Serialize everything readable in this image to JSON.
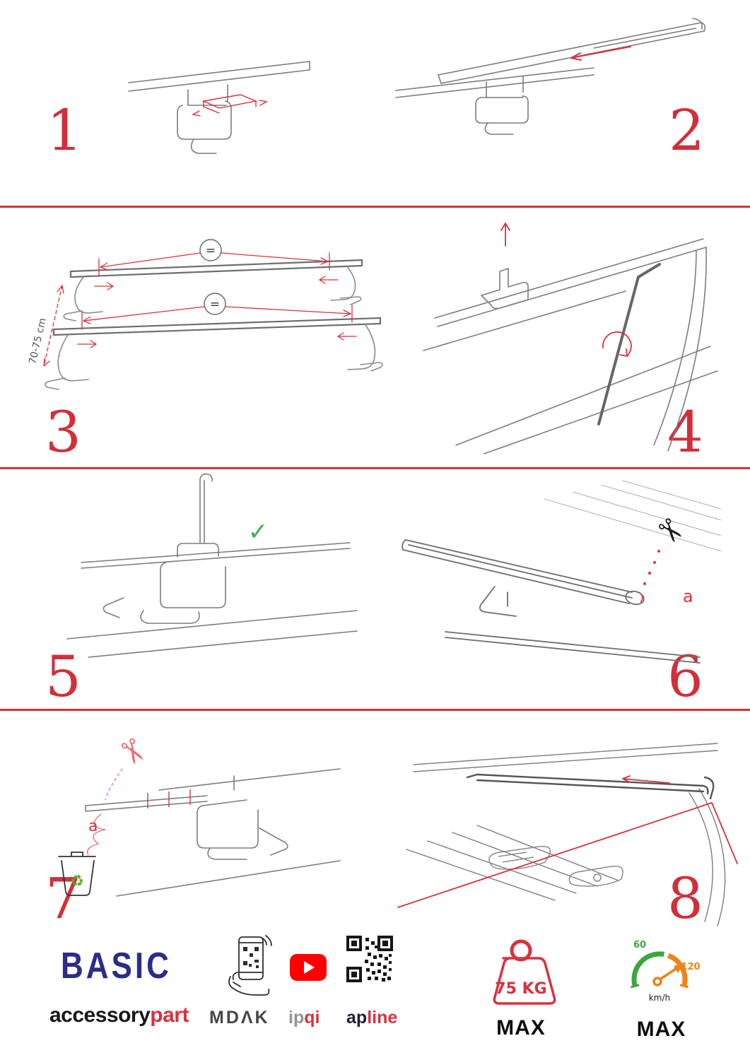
{
  "colors": {
    "accent_red": "#d8323e",
    "check_green": "#3db24a",
    "recycle_green": "#53ad2d",
    "gauge_green": "#3aa63f",
    "gauge_orange": "#ef8317",
    "brand_blue": "#2c2d87",
    "youtube_red": "#ff0000"
  },
  "steps": {
    "s1": {
      "number": "1"
    },
    "s2": {
      "number": "2"
    },
    "s3": {
      "number": "3",
      "measure_label": "70-75 cm",
      "equals_top": "=",
      "equals_bottom": "="
    },
    "s4": {
      "number": "4"
    },
    "s5": {
      "number": "5"
    },
    "s6": {
      "number": "6",
      "cut_label": "a"
    },
    "s7": {
      "number": "7",
      "cut_label": "a"
    },
    "s8": {
      "number": "8"
    }
  },
  "glyphs": {
    "scissors": "✂",
    "check": "✓",
    "recycle": "♻"
  },
  "footer": {
    "brand": "BASIC",
    "brand_sub_black": "accessory",
    "brand_sub_red": "part",
    "mdak": "MDΛK",
    "ipqi_gray": "ip",
    "ipqi_red": "qi",
    "apline_black": "ap",
    "apline_red": "line",
    "weight_value": "75 KG",
    "weight_max": "MAX",
    "gauge_low": "60",
    "gauge_high": "120",
    "gauge_unit": "km/h",
    "gauge_max": "MAX"
  }
}
